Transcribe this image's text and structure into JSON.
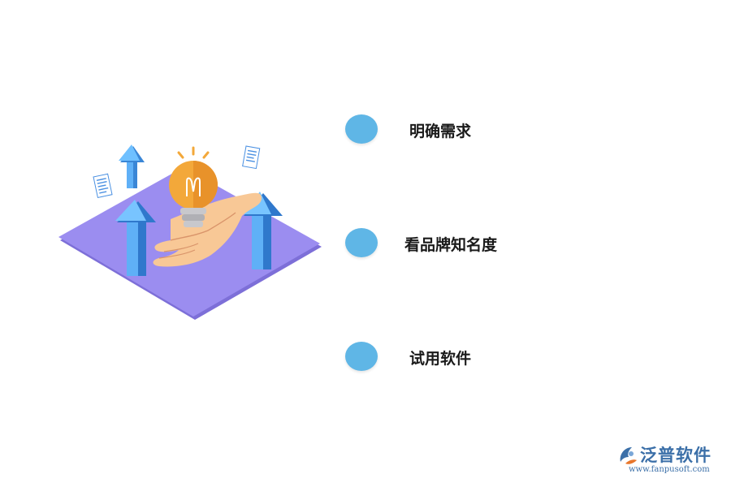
{
  "items": [
    {
      "label": "明确需求"
    },
    {
      "label": "看品牌知名度"
    },
    {
      "label": "试用软件"
    }
  ],
  "brand": {
    "name": "泛普软件",
    "url": "www.fanpusoft.com"
  },
  "colors": {
    "dot": "#5fb6e6",
    "platform": "#9b8df0",
    "arrow": "#4aa3f5",
    "bulb": "#f3a83a",
    "hand": "#f8c896",
    "brand": "#3b6fa8"
  },
  "icons": [
    "light-bulb-icon",
    "hand-icon",
    "up-arrow-icon",
    "document-icon",
    "fanpu-logo-icon"
  ]
}
